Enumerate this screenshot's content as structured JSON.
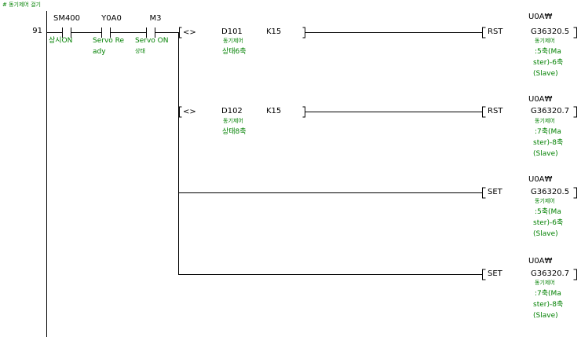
{
  "statement": "# 동기제어 걸기",
  "step_number": "91",
  "contacts": [
    {
      "device": "SM400",
      "comment": "상시ON"
    },
    {
      "device": "Y0A0",
      "comment_line1": "Servo Re",
      "comment_line2": "ady"
    },
    {
      "device": "M3",
      "comment_line1": "Servo ON",
      "comment_line2": "상태"
    }
  ],
  "compares": [
    {
      "op": "<>",
      "s1": "D101",
      "s1_c1": "동기제어",
      "s1_c2": "상태6축",
      "s2": "K15"
    },
    {
      "op": "<>",
      "s1": "D102",
      "s1_c1": "동기제어",
      "s1_c2": "상태8축",
      "s2": "K15"
    }
  ],
  "outputs": [
    {
      "instr": "RST",
      "dev1": "U0A₩",
      "dev2": "G36320.5",
      "c1": "동기제어",
      "c2": ":5축(Ma",
      "c3": "ster)-6축",
      "c4": "(Slave)"
    },
    {
      "instr": "RST",
      "dev1": "U0A₩",
      "dev2": "G36320.7",
      "c1": "동기제어",
      "c2": ":7축(Ma",
      "c3": "ster)-8축",
      "c4": "(Slave)"
    },
    {
      "instr": "SET",
      "dev1": "U0A₩",
      "dev2": "G36320.5",
      "c1": "동기제어",
      "c2": ":5축(Ma",
      "c3": "ster)-6축",
      "c4": "(Slave)"
    },
    {
      "instr": "SET",
      "dev1": "U0A₩",
      "dev2": "G36320.7",
      "c1": "동기제어",
      "c2": ":7축(Ma",
      "c3": "ster)-8축",
      "c4": "(Slave)"
    }
  ],
  "colors": {
    "wire": "#000000",
    "comment": "#008000",
    "background": "#ffffff"
  }
}
